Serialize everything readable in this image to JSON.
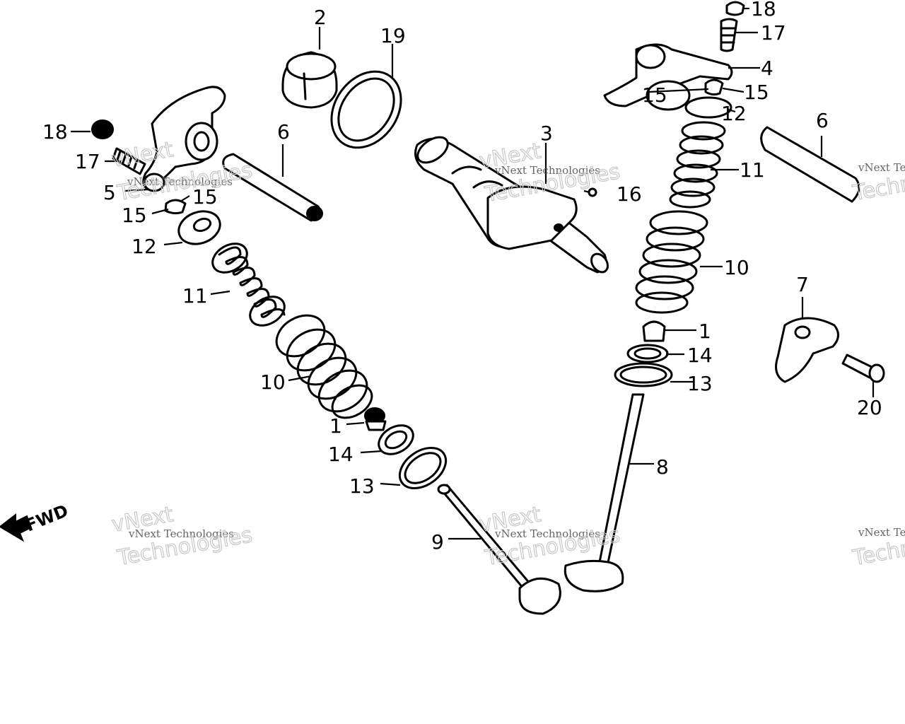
{
  "diagram": {
    "direction_label": "FWD",
    "callouts": {
      "c1a": "1",
      "c1b": "1",
      "c2": "2",
      "c3": "3",
      "c4": "4",
      "c5": "5",
      "c6a": "6",
      "c6b": "6",
      "c7": "7",
      "c8": "8",
      "c9": "9",
      "c10a": "10",
      "c10b": "10",
      "c11a": "11",
      "c11b": "11",
      "c12a": "12",
      "c12b": "12",
      "c13a": "13",
      "c13b": "13",
      "c14a": "14",
      "c14b": "14",
      "c15a": "15",
      "c15b": "15",
      "c15c": "15",
      "c15d": "15",
      "c16": "16",
      "c17a": "17",
      "c17b": "17",
      "c18a": "18",
      "c18b": "18",
      "c19": "19",
      "c20": "20"
    },
    "watermark": {
      "small": "vNext Technologies",
      "line1": "vNext",
      "line2": "Technologies"
    }
  }
}
